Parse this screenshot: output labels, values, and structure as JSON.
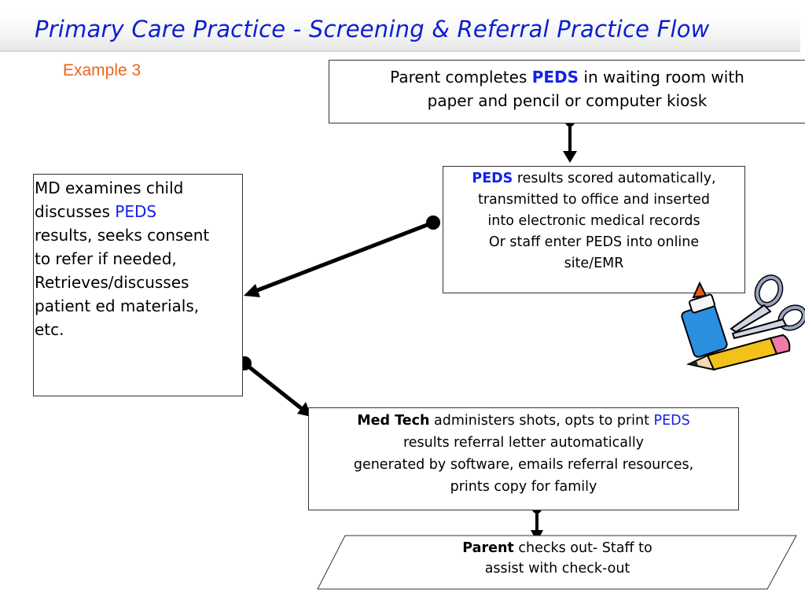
{
  "title": "Primary Care Practice - Screening & Referral  Practice Flow",
  "example": "Example 3",
  "step1": {
    "line1_before": "Parent completes ",
    "line1_peds": "PEDS",
    "line1_after": " in waiting room with",
    "line2": "paper and pencil or computer kiosk"
  },
  "step2": {
    "peds": "PEDS",
    "line1_after": " results scored automatically,",
    "line2": "transmitted to office and inserted",
    "line3": "into electronic medical records",
    "line4": "Or staff enter PEDS into online",
    "line5": "site/EMR"
  },
  "step3": {
    "line1": "MD examines child",
    "line2_before": "discusses ",
    "line2_peds": "PEDS",
    "line3": "results, seeks consent",
    "line4": "to refer if needed,",
    "line5": "Retrieves/discusses",
    "line6": "patient ed materials,",
    "line7": "etc."
  },
  "step4": {
    "bold": "Med Tech",
    "line1_after": " administers shots, opts to print ",
    "line1_peds": "PEDS",
    "line2": "results referral letter automatically",
    "line3": "generated by software, emails referral resources,",
    "line4": "prints copy for family"
  },
  "step5": {
    "bold": "Parent",
    "line1_after": "  checks out-  Staff to",
    "line2": "assist with check-out"
  },
  "clipart": {
    "icons": [
      "glue-bottle-icon",
      "scissors-icon",
      "pencil-icon"
    ],
    "glue_color": "#2b8fe0",
    "cap_color": "#e85a1a",
    "pencil_color": "#f2c21b",
    "eraser_color": "#f07aa8"
  }
}
